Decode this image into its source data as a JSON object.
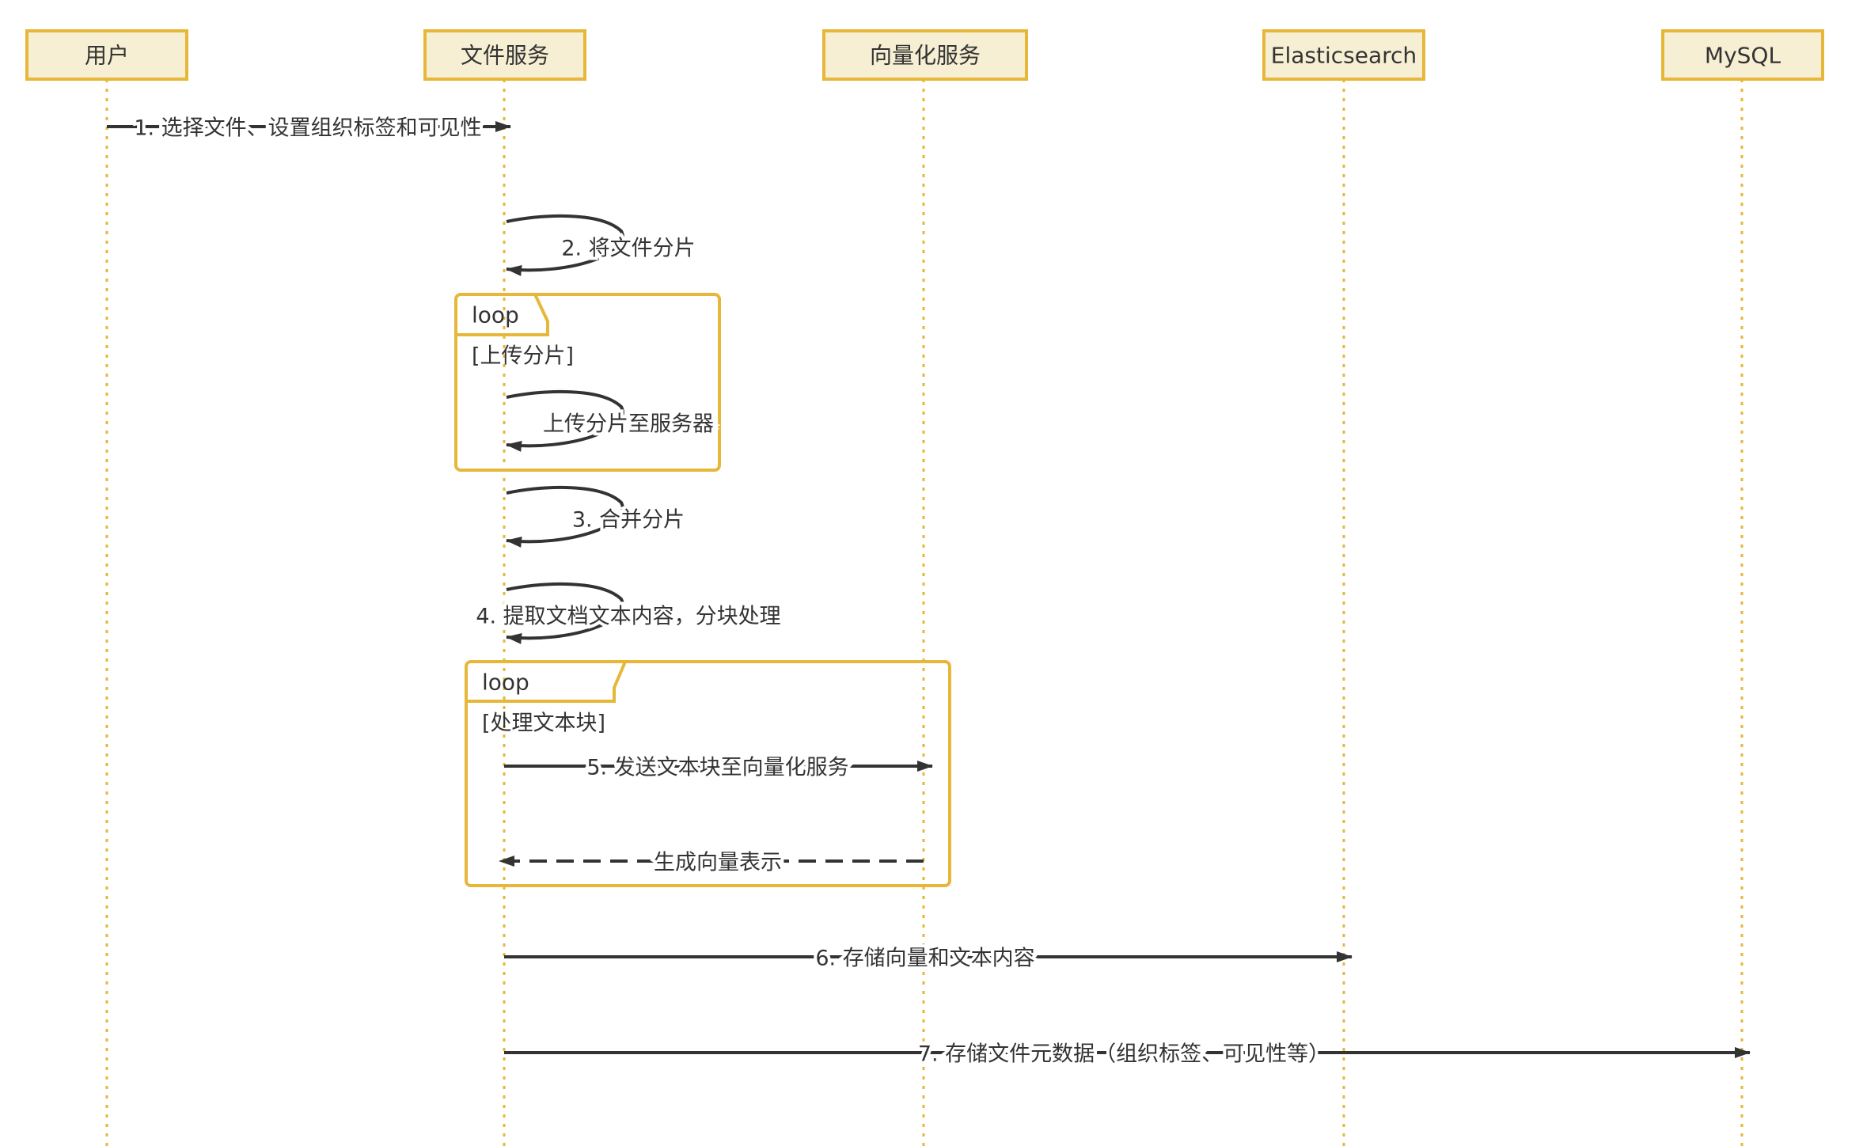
{
  "colors": {
    "participant_fill": "#f6efd3",
    "participant_stroke": "#e6b739",
    "lifeline": "#e6b739",
    "frame_stroke": "#e6b739",
    "arrow": "#333333",
    "text": "#333333"
  },
  "participants": [
    {
      "id": "user",
      "label": "用户"
    },
    {
      "id": "file",
      "label": "文件服务"
    },
    {
      "id": "vector",
      "label": "向量化服务"
    },
    {
      "id": "es",
      "label": "Elasticsearch"
    },
    {
      "id": "mysql",
      "label": "MySQL"
    }
  ],
  "messages": [
    {
      "id": "m1",
      "from": "user",
      "to": "file",
      "label": "1. 选择文件、设置组织标签和可见性",
      "style": "solid"
    },
    {
      "id": "m2",
      "from": "file",
      "to": "file",
      "label": "2. 将文件分片",
      "style": "self"
    },
    {
      "id": "m3",
      "from": "file",
      "to": "file",
      "label": "上传分片至服务器",
      "style": "self"
    },
    {
      "id": "m4",
      "from": "file",
      "to": "file",
      "label": "3. 合并分片",
      "style": "self"
    },
    {
      "id": "m5",
      "from": "file",
      "to": "file",
      "label": "4. 提取文档文本内容，分块处理",
      "style": "self"
    },
    {
      "id": "m6",
      "from": "file",
      "to": "vector",
      "label": "5. 发送文本块至向量化服务",
      "style": "solid"
    },
    {
      "id": "m7",
      "from": "vector",
      "to": "file",
      "label": "生成向量表示",
      "style": "dashed"
    },
    {
      "id": "m8",
      "from": "file",
      "to": "es",
      "label": "6. 存储向量和文本内容",
      "style": "solid"
    },
    {
      "id": "m9",
      "from": "file",
      "to": "mysql",
      "label": "7. 存储文件元数据（组织标签、可见性等）",
      "style": "solid"
    }
  ],
  "frames": [
    {
      "id": "loop-upload",
      "type": "loop",
      "condition": "[上传分片]"
    },
    {
      "id": "loop-process",
      "type": "loop",
      "condition": "[处理文本块]"
    }
  ]
}
